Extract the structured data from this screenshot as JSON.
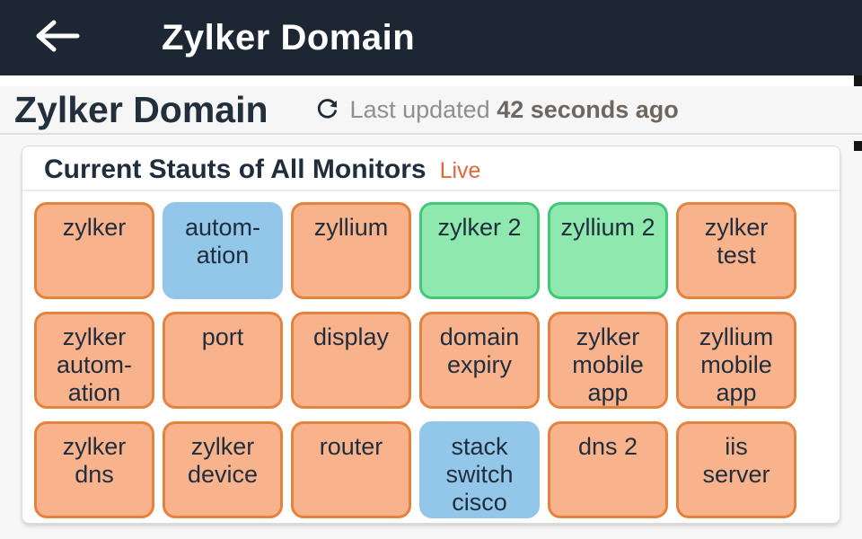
{
  "app_bar": {
    "title": "Zylker Domain",
    "back_icon": "arrow-left"
  },
  "page_header": {
    "title": "Zylker Domain",
    "refresh_icon": "refresh",
    "last_updated_label": "Last updated",
    "last_updated_value": "42 seconds ago"
  },
  "monitor_card": {
    "title": "Current Stauts of All Monitors",
    "live_badge": "Live",
    "status_colors": {
      "trouble": {
        "bg": "#f8b28c",
        "border": "#e5823e"
      },
      "maintenance": {
        "bg": "#93c7e9",
        "border": "#93c7e9"
      },
      "up": {
        "bg": "#8fe8ae",
        "border": "#43c87a"
      }
    },
    "tiles": [
      {
        "label": "zylker",
        "status": "trouble"
      },
      {
        "label": "autom-ation",
        "status": "maintenance"
      },
      {
        "label": "zyllium",
        "status": "trouble"
      },
      {
        "label": "zylker 2",
        "status": "up"
      },
      {
        "label": "zyllium 2",
        "status": "up"
      },
      {
        "label": "zylker test",
        "status": "trouble"
      },
      {
        "label": "zylker autom-ation",
        "status": "trouble"
      },
      {
        "label": "port",
        "status": "trouble"
      },
      {
        "label": "display",
        "status": "trouble"
      },
      {
        "label": "domain expiry",
        "status": "trouble"
      },
      {
        "label": "zylker mobile app",
        "status": "trouble"
      },
      {
        "label": "zyllium mobile app",
        "status": "trouble"
      },
      {
        "label": "zylker dns",
        "status": "trouble"
      },
      {
        "label": "zylker device",
        "status": "trouble"
      },
      {
        "label": "router",
        "status": "trouble"
      },
      {
        "label": "stack switch cisco",
        "status": "maintenance"
      },
      {
        "label": "dns 2",
        "status": "trouble"
      },
      {
        "label": "iis server",
        "status": "trouble"
      }
    ]
  },
  "colors": {
    "app_bar_bg": "#1d2734",
    "live_accent": "#e2683c",
    "heading_text": "#222f3d",
    "tile_text": "#1f2d3d"
  }
}
